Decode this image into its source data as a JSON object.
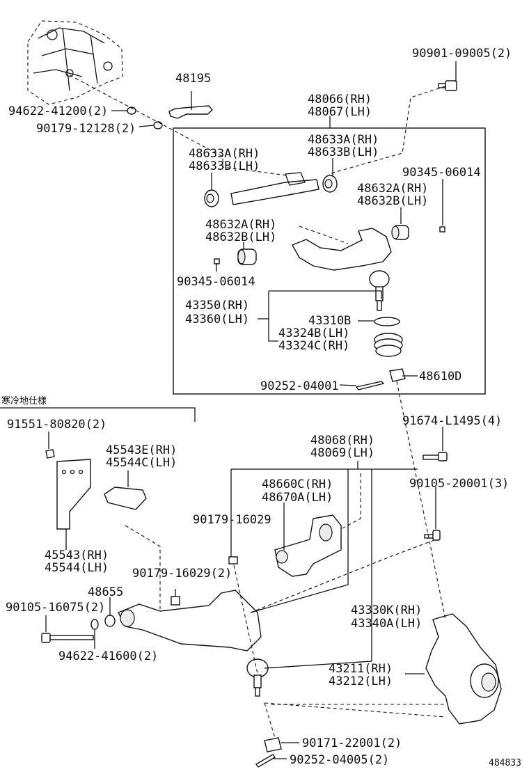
{
  "labels": {
    "p48195": "48195",
    "p90901": "90901-09005(2)",
    "p94622a": "94622-41200(2)",
    "p90179a": "90179-12128(2)",
    "p48066": "48066(RH)",
    "p48067": "48067(LH)",
    "p48633A_r": "48633A(RH)",
    "p48633B_r": "48633B(LH)",
    "p48633A_l": "48633A(RH)",
    "p48633B_l": "48633B(LH)",
    "p90345a": "90345-06014",
    "p48632A_r": "48632A(RH)",
    "p48632B_r": "48632B(LH)",
    "p48632A_l": "48632A(RH)",
    "p48632B_l": "48632B(LH)",
    "p90345b": "90345-06014",
    "p43350": "43350(RH)",
    "p43360": "43360(LH)",
    "p43310B": "43310B",
    "p43324B": "43324B(LH)",
    "p43324C": "43324C(RH)",
    "p90252a": "90252-04001",
    "p48610D": "48610D",
    "cold_spec": "寒冷地仕様",
    "p91551": "91551-80820(2)",
    "p91674": "91674-L1495(4)",
    "p48068": "48068(RH)",
    "p48069": "48069(LH)",
    "p45543E": "45543E(RH)",
    "p45544C": "45544C(LH)",
    "p48660C": "48660C(RH)",
    "p48670A": "48670A(LH)",
    "p90105a": "90105-20001(3)",
    "p90179b": "90179-16029",
    "p45543": "45543(RH)",
    "p45544": "45544(LH)",
    "p90179c": "90179-16029(2)",
    "p48655": "48655",
    "p90105b": "90105-16075(2)",
    "p94622b": "94622-41600(2)",
    "p43330K": "43330K(RH)",
    "p43340A": "43340A(LH)",
    "p43211": "43211(RH)",
    "p43212": "43212(LH)",
    "p90171": "90171-22001(2)",
    "p90252b": "90252-04005(2)",
    "ref": "484833"
  }
}
